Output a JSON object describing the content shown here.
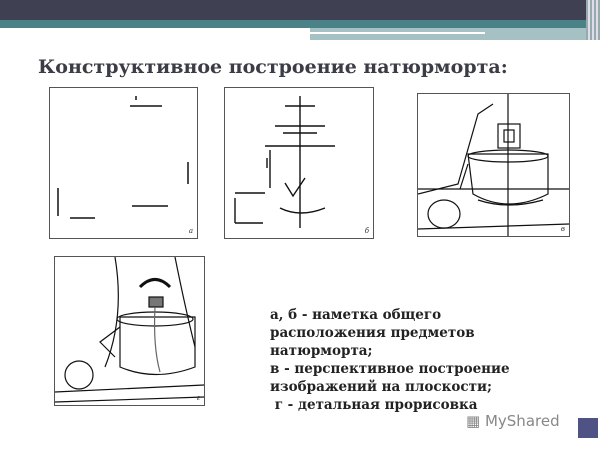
{
  "slide": {
    "title": "Конструктивное построение натюрморта:",
    "figures": [
      {
        "label": "а"
      },
      {
        "label": "б"
      },
      {
        "label": "в"
      },
      {
        "label": "г"
      }
    ],
    "caption_lines": [
      "а, б - наметка общего",
      "расположения предметов",
      "натюрморта;",
      "в - перспективное построение",
      "изображений на плоскости;",
      " г - детальная прорисовка"
    ],
    "watermark": "MyShared"
  }
}
